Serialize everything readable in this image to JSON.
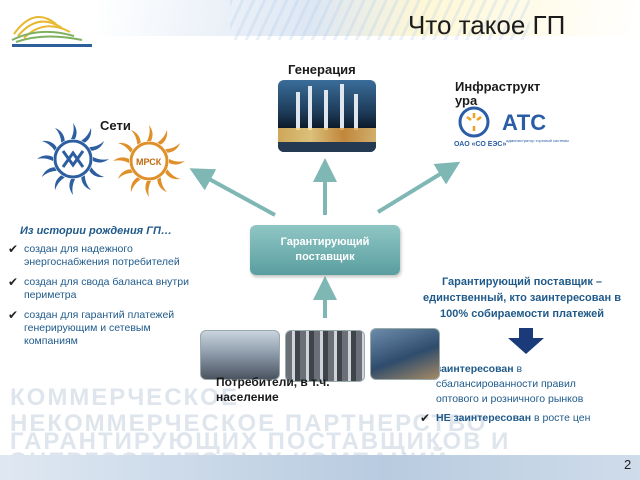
{
  "slide": {
    "title": "Что такое ГП",
    "page_number": "2"
  },
  "labels": {
    "generation": "Генерация",
    "infrastructure_line1": "Инфраструкт",
    "infrastructure_line2": "ура",
    "networks": "Сети"
  },
  "center_box": {
    "line1": "Гарантирующий",
    "line2": "поставщик"
  },
  "history": {
    "title": "Из истории рождения ГП…",
    "items": [
      "создан для надежного энергоснабжения потребителей",
      "создан для свода баланса внутри периметра",
      "создан для гарантий платежей генерирующим и сетевым компаниям"
    ]
  },
  "guarantee_statement": "Гарантирующий поставщик – единственный, кто заинтересован в 100% собираемости платежей",
  "interests": {
    "item1_bold": "заинтересован",
    "item1_rest": " в сбалансированности правил оптового и розничного рынков",
    "item2_bold": "НЕ заинтересован",
    "item2_rest": " в росте цен"
  },
  "consumers": {
    "line1": "Потребители, в т.ч.",
    "line2": "население"
  },
  "logos": {
    "ats_org": "ОАО «СО ЕЭС»",
    "ats_name": "АТС",
    "ats_sub": "администратор торговой системы",
    "mrsk": "МРСК"
  },
  "watermark": {
    "line1": "КОММЕРЧЕСКОЕ",
    "line2": "НЕКОММЕРЧЕСКОЕ ПАРТНЕРСТВО",
    "line3": "ГАРАНТИРУЮЩИХ ПОСТАВЩИКОВ И",
    "line4": "ЭНЕРГОСБЫТОВЫХ КОМПАНИЙ"
  },
  "colors": {
    "text_blue": "#1f5a8a",
    "box_teal": "#5a9ea0",
    "arrow_teal": "#7fb7b5",
    "down_arrow": "#1a3a7a"
  }
}
